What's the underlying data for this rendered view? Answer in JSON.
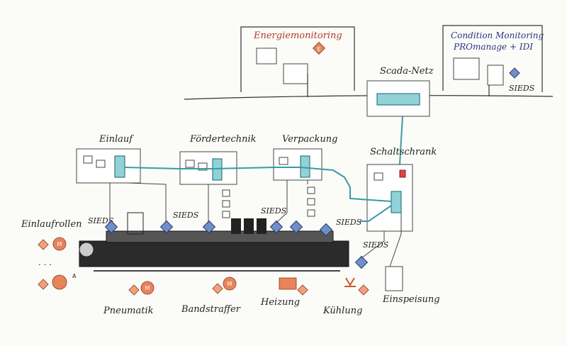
{
  "diagram": {
    "labels": {
      "energiemonitoring": "Energiemonitoring",
      "condition_monitoring_l1": "Condition Monitoring",
      "condition_monitoring_l2": "PROmanage + IDI",
      "scada": "Scada-Netz",
      "sieds_top": "SIEDS",
      "einlauf": "Einlauf",
      "foerdertechnik": "Fördertechnik",
      "verpackung": "Verpackung",
      "schaltschrank": "Schaltschrank",
      "einlaufrollen": "Einlaufrollen",
      "sieds_1": "SIEDS",
      "sieds_2": "SIEDS",
      "sieds_3": "SIEDS",
      "sieds_4": "SIEDS",
      "sieds_5": "SIEDS",
      "pneumatik": "Pneumatik",
      "bandstraffer": "Bandstraffer",
      "heizung": "Heizung",
      "kuehlung": "Kühlung",
      "einspeisung": "Einspeisung",
      "dots": ". . ."
    },
    "badges": {
      "e": "E",
      "m": "M",
      "a": "A"
    }
  }
}
